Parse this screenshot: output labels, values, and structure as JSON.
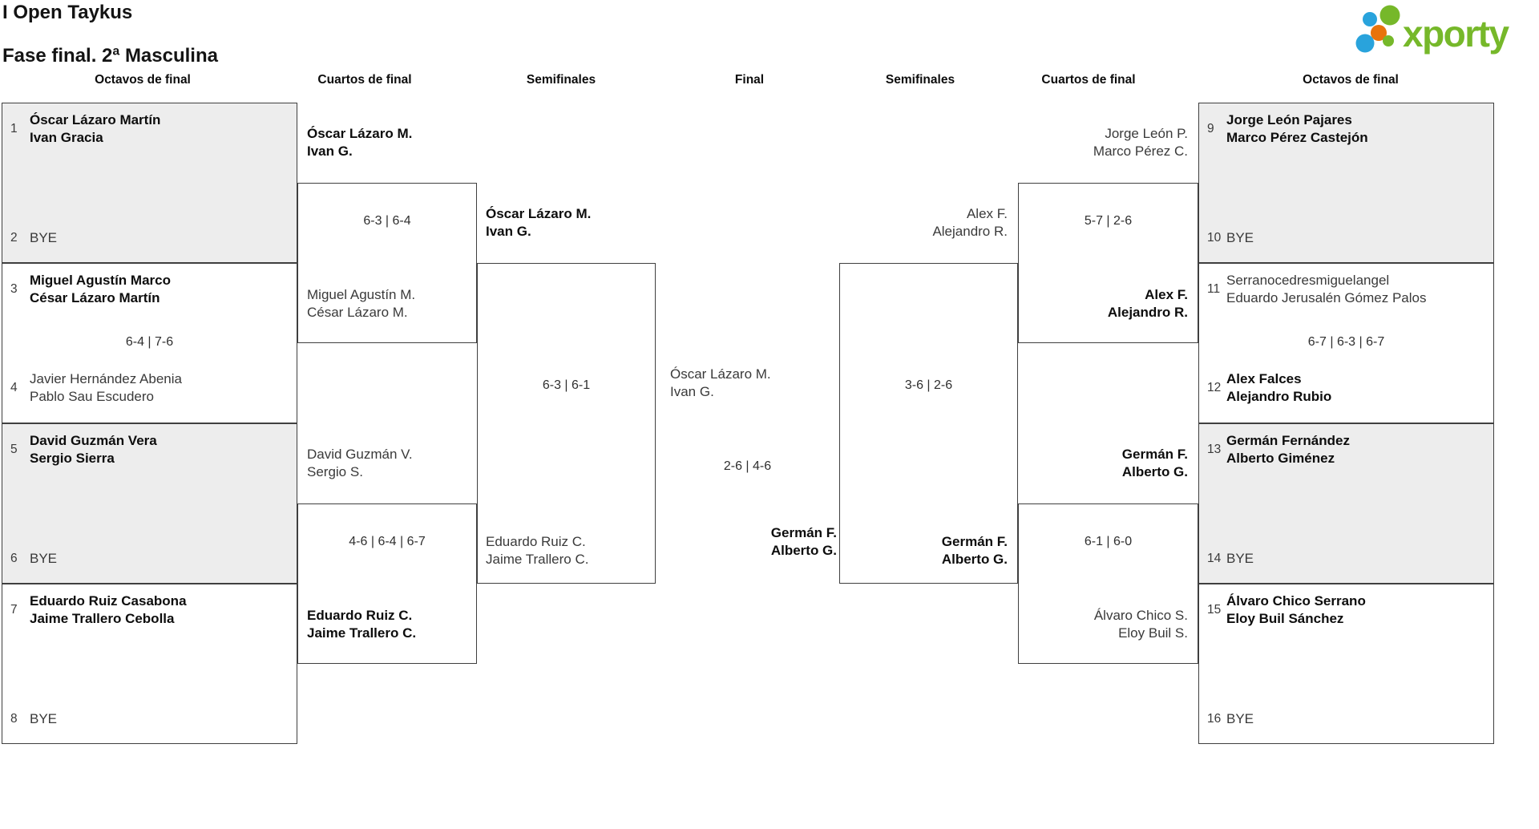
{
  "page": {
    "title_line1": "I Open Taykus",
    "title_line2": "Fase final. 2ª Masculina"
  },
  "logo": {
    "text": "xporty",
    "green": "#76b82a",
    "blue": "#29a3dc",
    "orange": "#e8730c"
  },
  "colors": {
    "shaded_box": "#ededed",
    "box_border": "#3f3f3f"
  },
  "round_headers": [
    "Octavos de final",
    "Cuartos de final",
    "Semifinales",
    "Final",
    "Semifinales",
    "Cuartos de final",
    "Octavos de final"
  ],
  "bracket": {
    "octavos_left": [
      {
        "seed_top": "1",
        "top": {
          "p1": "Óscar Lázaro Martín",
          "p2": "Ivan Gracia",
          "winner": true
        },
        "score": "",
        "seed_bottom": "2",
        "bottom": {
          "p1": "BYE",
          "winner": false
        }
      },
      {
        "seed_top": "3",
        "top": {
          "p1": "Miguel Agustín Marco",
          "p2": "César Lázaro Martín",
          "winner": true
        },
        "score": "6-4 | 7-6",
        "seed_bottom": "4",
        "bottom": {
          "p1": "Javier Hernández Abenia",
          "p2": "Pablo Sau Escudero",
          "winner": false
        }
      },
      {
        "seed_top": "5",
        "top": {
          "p1": "David Guzmán Vera",
          "p2": "Sergio Sierra",
          "winner": true
        },
        "score": "",
        "seed_bottom": "6",
        "bottom": {
          "p1": "BYE",
          "winner": false
        }
      },
      {
        "seed_top": "7",
        "top": {
          "p1": "Eduardo Ruiz Casabona",
          "p2": "Jaime Trallero Cebolla",
          "winner": true
        },
        "score": "",
        "seed_bottom": "8",
        "bottom": {
          "p1": "BYE",
          "winner": false
        }
      }
    ],
    "cuartos_left": [
      {
        "top": {
          "p1": "Óscar Lázaro M.",
          "p2": "Ivan G.",
          "winner": true
        },
        "score": "6-3 | 6-4",
        "bottom": {
          "p1": "Miguel Agustín M.",
          "p2": "César Lázaro M.",
          "winner": false
        }
      },
      {
        "top": {
          "p1": "David Guzmán V.",
          "p2": "Sergio S.",
          "winner": false
        },
        "score": "4-6 | 6-4 | 6-7",
        "bottom": {
          "p1": "Eduardo Ruiz C.",
          "p2": "Jaime Trallero C.",
          "winner": true
        }
      }
    ],
    "semifinal_left": {
      "top": {
        "p1": "Óscar Lázaro M.",
        "p2": "Ivan G.",
        "winner": true
      },
      "score": "6-3 | 6-1",
      "bottom": {
        "p1": "Eduardo Ruiz C.",
        "p2": "Jaime Trallero C.",
        "winner": false
      }
    },
    "final": {
      "left": {
        "p1": "Óscar Lázaro M.",
        "p2": "Ivan G.",
        "winner": false
      },
      "score": "2-6 | 4-6",
      "right": {
        "p1": "Germán F.",
        "p2": "Alberto G.",
        "winner": true
      }
    },
    "semifinal_right": {
      "top": {
        "p1": "Alex F.",
        "p2": "Alejandro R.",
        "winner": false
      },
      "score": "3-6 | 2-6",
      "bottom": {
        "p1": "Germán F.",
        "p2": "Alberto G.",
        "winner": true
      }
    },
    "cuartos_right": [
      {
        "top": {
          "p1": "Jorge León P.",
          "p2": "Marco Pérez C.",
          "winner": false
        },
        "score": "5-7 | 2-6",
        "bottom": {
          "p1": "Alex F.",
          "p2": "Alejandro R.",
          "winner": true
        }
      },
      {
        "top": {
          "p1": "Germán F.",
          "p2": "Alberto G.",
          "winner": true
        },
        "score": "6-1 | 6-0",
        "bottom": {
          "p1": "Álvaro Chico S.",
          "p2": "Eloy Buil S.",
          "winner": false
        }
      }
    ],
    "octavos_right": [
      {
        "seed_top": "9",
        "top": {
          "p1": "Jorge León Pajares",
          "p2": "Marco Pérez Castejón",
          "winner": true
        },
        "score": "",
        "seed_bottom": "10",
        "bottom": {
          "p1": "BYE",
          "winner": false
        }
      },
      {
        "seed_top": "11",
        "top": {
          "p1": "Serranocedresmiguelangel",
          "p2": "Eduardo Jerusalén Gómez Palos",
          "winner": false
        },
        "score": "6-7 | 6-3 | 6-7",
        "seed_bottom": "12",
        "bottom": {
          "p1": "Alex Falces",
          "p2": "Alejandro Rubio",
          "winner": true
        }
      },
      {
        "seed_top": "13",
        "top": {
          "p1": "Germán Fernández",
          "p2": "Alberto Giménez",
          "winner": true
        },
        "score": "",
        "seed_bottom": "14",
        "bottom": {
          "p1": "BYE",
          "winner": false
        }
      },
      {
        "seed_top": "15",
        "top": {
          "p1": "Álvaro Chico Serrano",
          "p2": "Eloy Buil Sánchez",
          "winner": true
        },
        "score": "",
        "seed_bottom": "16",
        "bottom": {
          "p1": "BYE",
          "winner": false
        }
      }
    ]
  }
}
